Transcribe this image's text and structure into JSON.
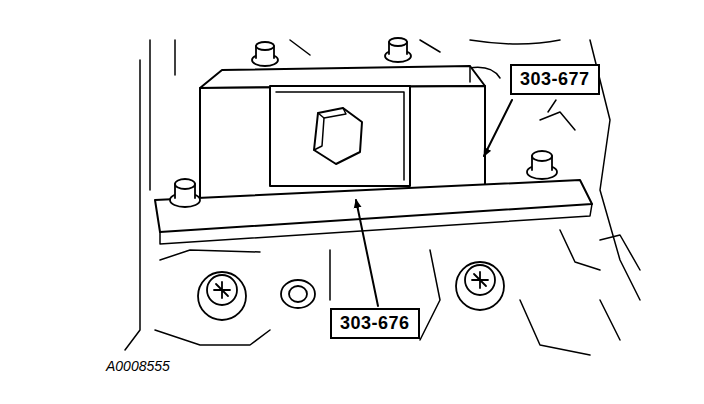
{
  "diagram": {
    "labels": [
      "303-677",
      "303-676",
      "A0008555"
    ]
  }
}
